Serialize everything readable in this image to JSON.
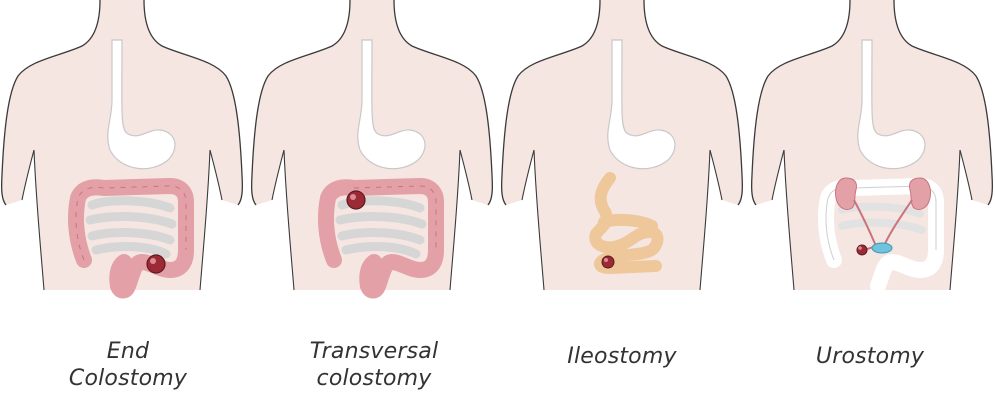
{
  "figures": [
    {
      "id": "end-colostomy",
      "caption": "End\nColostomy"
    },
    {
      "id": "transversal-colostomy",
      "caption": "Transversal\ncolostomy"
    },
    {
      "id": "ileostomy",
      "caption": "Ileostomy"
    },
    {
      "id": "urostomy",
      "caption": "Urostomy"
    }
  ],
  "colors": {
    "skin": "#f5e6e2",
    "skin_shadow": "#e8d3ce",
    "outline": "#3a3a3a",
    "organ_white": "#ffffff",
    "organ_outline": "#c8c8c8",
    "colon": "#e3a0a6",
    "colon_dark": "#c9747d",
    "small_intestine_orange": "#eec89a",
    "stoma": "#9c2a35",
    "kidney": "#e3a0a6",
    "bladder": "#6fc3dc"
  }
}
